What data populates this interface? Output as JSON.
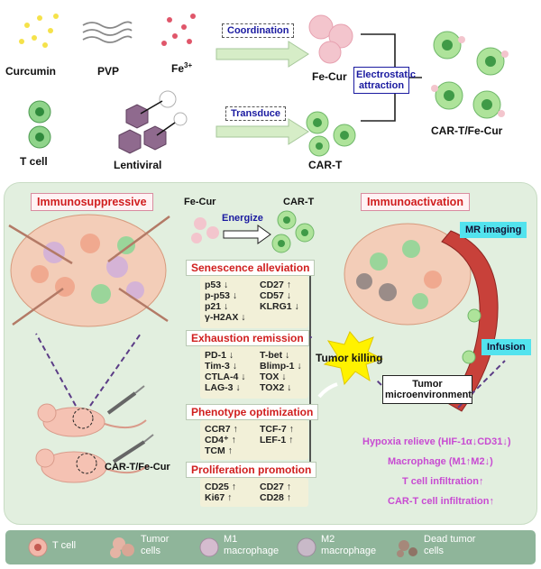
{
  "top": {
    "curcumin": "Curcumin",
    "pvp": "PVP",
    "fe3": "Fe",
    "fe3_sup": "3+",
    "coordination": "Coordination",
    "fe_cur": "Fe-Cur",
    "electrostatic": "Electrostatic attraction",
    "car_t_fe_cur": "CAR-T/Fe-Cur",
    "t_cell": "T cell",
    "lentiviral": "Lentiviral",
    "transduce": "Transduce",
    "car_t": "CAR-T"
  },
  "middle": {
    "immunosuppressive": "Immunosuppressive",
    "immunoactivation": "Immunoactivation",
    "fe_cur": "Fe-Cur",
    "car_t": "CAR-T",
    "energize": "Energize",
    "mr_imaging": "MR imaging",
    "infusion": "Infusion",
    "tumor_killing": "Tumor killing",
    "tumor_microenv": "Tumor microenvironment",
    "mouse_label": "CAR-T/Fe-Cur",
    "sections": [
      {
        "title": "Senescence alleviation",
        "col1": [
          "p53 ↓",
          "p-p53 ↓",
          "p21 ↓",
          "γ-H2AX ↓"
        ],
        "col2": [
          "CD27 ↑",
          "CD57 ↓",
          "KLRG1 ↓"
        ]
      },
      {
        "title": "Exhaustion remission",
        "col1": [
          "PD-1 ↓",
          "Tim-3 ↓",
          "CTLA-4 ↓",
          "LAG-3 ↓"
        ],
        "col2": [
          "T-bet ↓",
          "Blimp-1 ↓",
          "TOX ↓",
          "TOX2 ↓"
        ]
      },
      {
        "title": "Phenotype optimization",
        "col1": [
          "CCR7 ↑",
          "CD4⁺ ↑",
          "TCM ↑"
        ],
        "col2": [
          "TCF-7 ↑",
          "LEF-1 ↑"
        ]
      },
      {
        "title": "Proliferation promotion",
        "col1": [
          "CD25 ↑",
          "Ki67 ↑"
        ],
        "col2": [
          "CD27 ↑",
          "CD28 ↑"
        ]
      }
    ],
    "effects": [
      "Hypoxia relieve (HIF-1α↓CD31↓)",
      "Macrophage (M1↑M2↓)",
      "T cell infiltration↑",
      "CAR-T cell infiltration↑"
    ]
  },
  "legend": [
    {
      "label": "T cell"
    },
    {
      "label": "Tumor cells"
    },
    {
      "label": "M1 macrophage"
    },
    {
      "label": "M2 macrophage"
    },
    {
      "label": "Dead tumor cells"
    }
  ],
  "colors": {
    "panel_bg": "#e2efdf",
    "legend_bg": "#8fb59a",
    "title_red": "#d01e1e",
    "effect_pink": "#c84bd2",
    "badge_cyan": "#52e3ee"
  }
}
